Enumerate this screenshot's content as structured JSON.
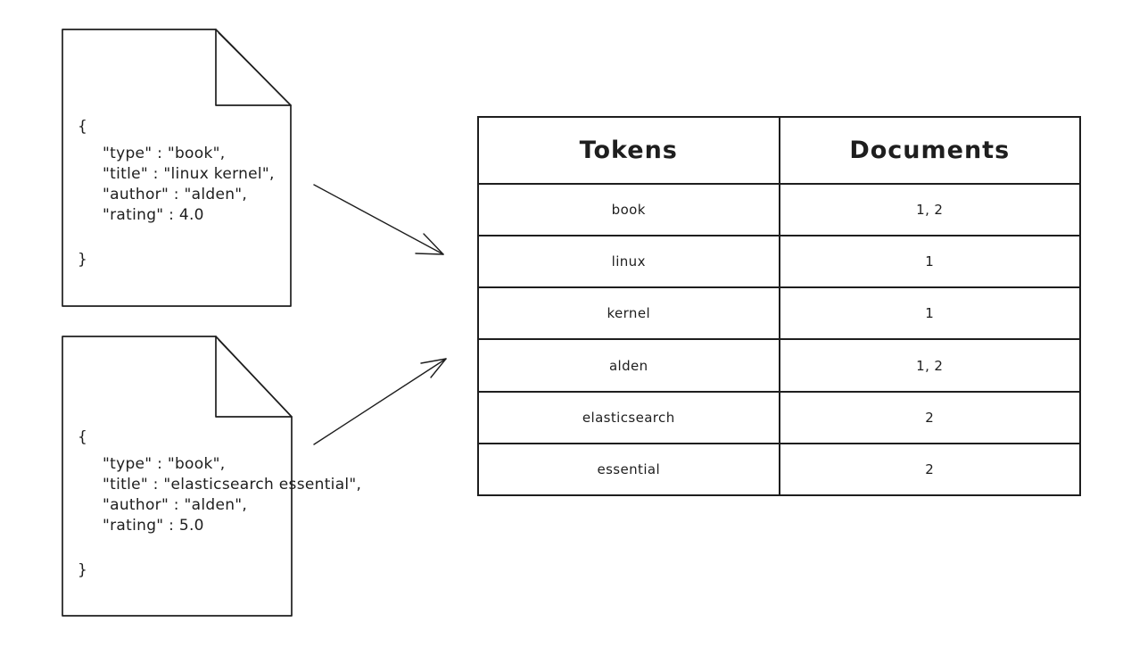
{
  "canvas": {
    "background": "#ffffff",
    "stroke_color": "#1e1e1e"
  },
  "documents": [
    {
      "id": "document-1",
      "lines": [
        "{",
        "\"type\" : \"book\",",
        "\"title\" : \"linux kernel\",",
        "\"author\" : \"alden\",",
        "\"rating\" : 4.0",
        "}"
      ]
    },
    {
      "id": "document-2",
      "lines": [
        "{",
        "\"type\" : \"book\",",
        "\"title\" : \"elasticsearch essential\",",
        "\"author\" : \"alden\",",
        "\"rating\" : 5.0",
        "}"
      ]
    }
  ],
  "inverted_index_table": {
    "headers": [
      "Tokens",
      "Documents"
    ],
    "rows": [
      {
        "token": "book",
        "documents": "1, 2"
      },
      {
        "token": "linux",
        "documents": "1"
      },
      {
        "token": "kernel",
        "documents": "1"
      },
      {
        "token": "alden",
        "documents": "1, 2"
      },
      {
        "token": "elasticsearch",
        "documents": "2"
      },
      {
        "token": "essential",
        "documents": "2"
      }
    ]
  }
}
